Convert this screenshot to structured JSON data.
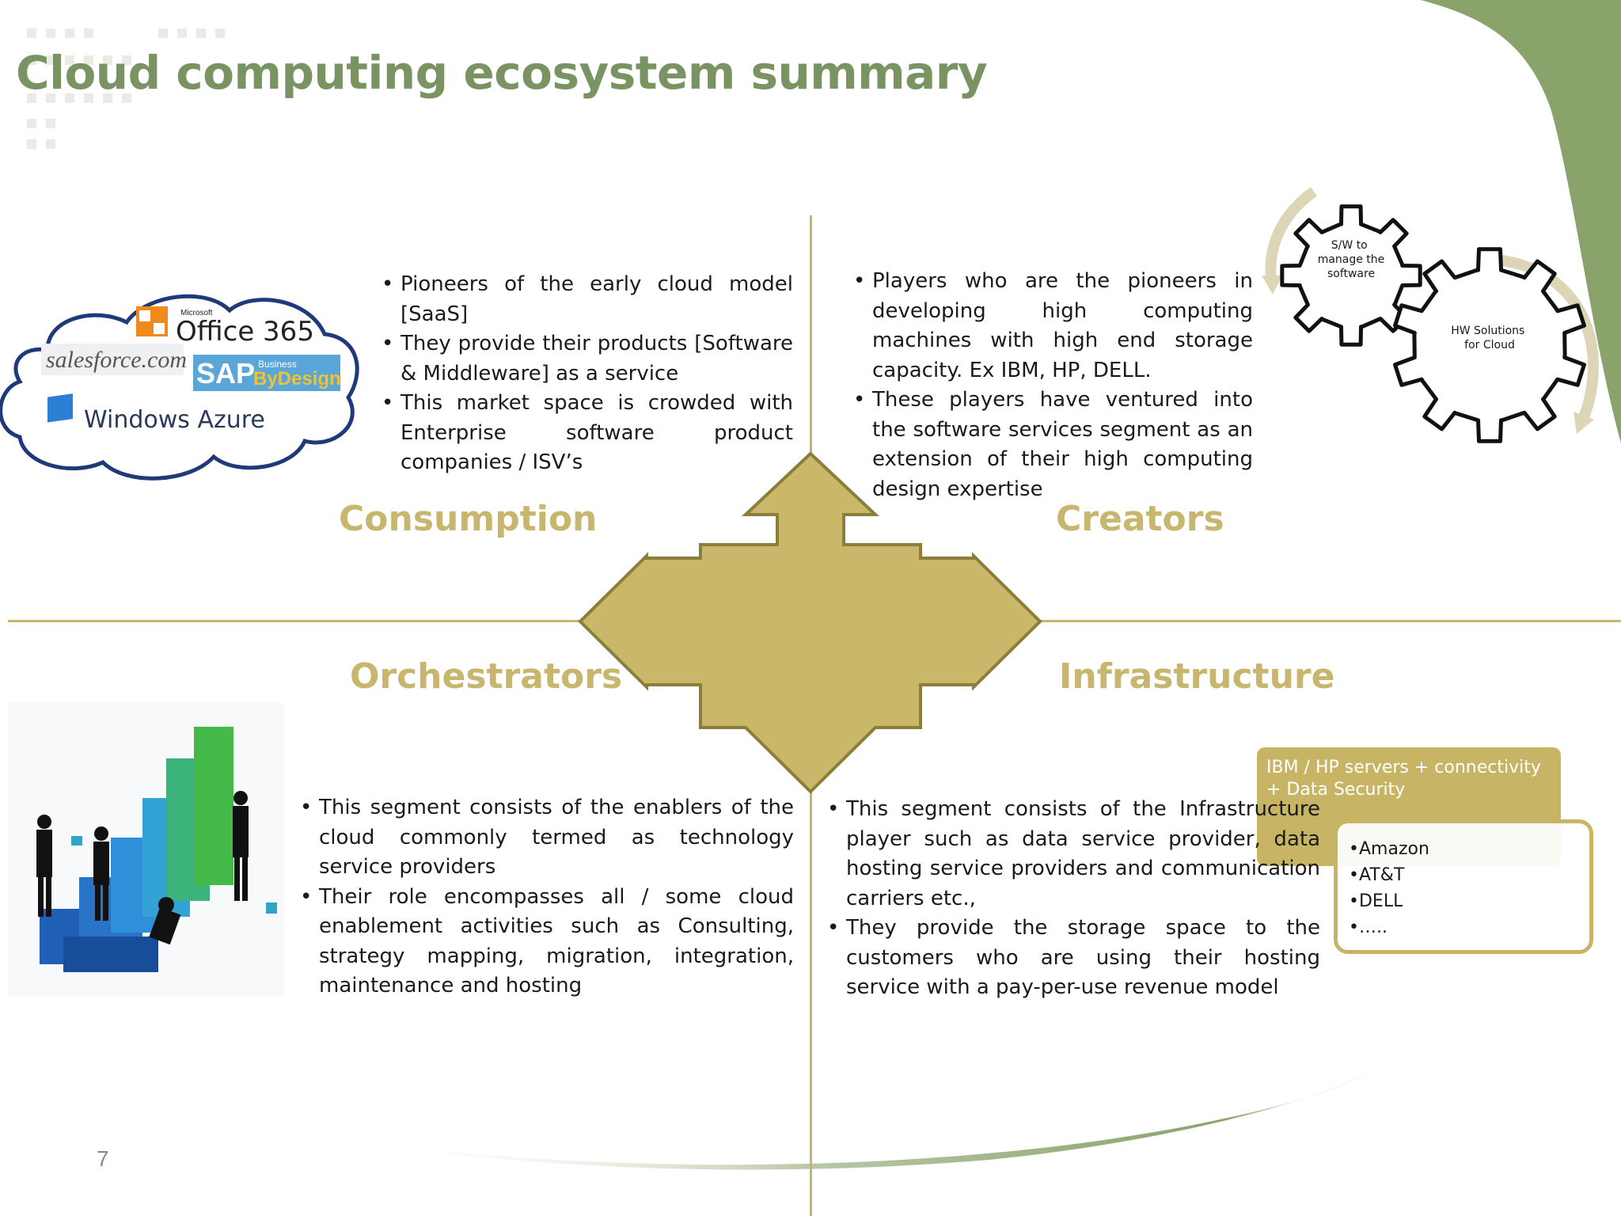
{
  "slide": {
    "title": "Cloud computing ecosystem summary",
    "page_number": "7"
  },
  "colors": {
    "title": "#7a9362",
    "quadrant_label": "#c8b66e",
    "arrow_fill": "#c9b86a",
    "arrow_stroke": "#8b7d3a",
    "divider": "#c7b56a",
    "corner_green": "#8aa36a"
  },
  "quadrants": {
    "consumption": {
      "label": "Consumption",
      "bullets": [
        "Pioneers of the early cloud model [SaaS]",
        "They provide their products [Software & Middleware] as a service",
        "This market space is crowded with Enterprise software product companies / ISV’s"
      ],
      "image": {
        "icon": "cloud-logos-image",
        "logos": [
          "Microsoft",
          "Office 365",
          "salesforce.com",
          "SAP",
          "Business",
          "ByDesign",
          "Windows Azure"
        ]
      }
    },
    "creators": {
      "label": "Creators",
      "bullets": [
        "Players who are the pioneers in developing high computing machines with high end storage capacity. Ex IBM, HP, DELL.",
        "These players have ventured into the software services segment as an extension of their high computing design expertise"
      ],
      "gears": {
        "small": "S/W to manage the software",
        "large": "HW Solutions for Cloud"
      }
    },
    "orchestrators": {
      "label": "Orchestrators",
      "bullets": [
        "This segment consists of the enablers of the cloud commonly termed as technology service providers",
        "Their role encompasses all / some cloud enablement activities such as Consulting, strategy mapping, migration, integration, maintenance and hosting"
      ],
      "image": {
        "icon": "business-people-stairs-image"
      }
    },
    "infrastructure": {
      "label": "Infrastructure",
      "bullets": [
        "This segment consists of the Infrastructure player such as data service provider, data hosting service providers and communication carriers etc.,",
        "They provide the storage space to the customers who are using their hosting service with a pay-per-use revenue model"
      ],
      "callout": {
        "header": "IBM / HP servers + connectivity + Data Security",
        "items": [
          "•Amazon",
          "•AT&T",
          "•DELL",
          "•….."
        ]
      }
    }
  }
}
